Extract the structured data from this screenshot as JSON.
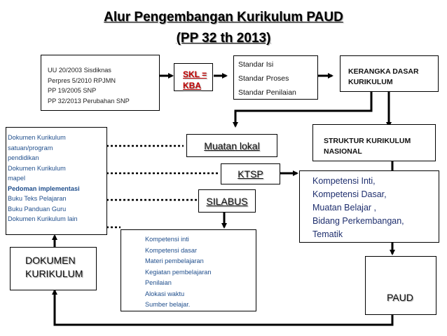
{
  "title": {
    "line1": "Alur Pengembangan Kurikulum PAUD",
    "line2": "(PP 32 th 2013)"
  },
  "regulations": {
    "items": [
      "UU 20/2003 Sisdiknas",
      "Perpres 5/2010 RPJMN",
      "PP 19/2005 SNP",
      "PP 32/2013 Perubahan SNP"
    ]
  },
  "skl_kba": {
    "line1": "SKL =",
    "line2": "KBA",
    "color": "#c00000"
  },
  "standards": {
    "items": [
      "Standar Isi",
      "Standar Proses",
      "Standar Penilaian"
    ]
  },
  "kerangka": {
    "line1": "KERANGKA DASAR",
    "line2": "KURIKULUM"
  },
  "struktur": {
    "line1": "STRUKTUR KURIKULUM",
    "line2": "NASIONAL"
  },
  "dokumen_list": {
    "items": [
      {
        "text": "Dokumen Kurikulum",
        "bold": false
      },
      {
        "text": "satuan/program",
        "bold": false
      },
      {
        "text": "pendidikan",
        "bold": false
      },
      {
        "text": "Dokumen Kurikulum",
        "bold": false
      },
      {
        "text": "mapel",
        "bold": false
      },
      {
        "text": "Pedoman implementasi",
        "bold": true
      },
      {
        "text": "Buku Teks Pelajaran",
        "bold": false
      },
      {
        "text": "Buku Panduan Guru",
        "bold": false
      },
      {
        "text": "Dokumen Kurikulum lain",
        "bold": false
      }
    ]
  },
  "muatan_lokal": "Muatan lokal",
  "ktsp": "KTSP",
  "silabus": "SILABUS",
  "kompetensi_big": {
    "items": [
      "Kompetensi Inti,",
      "Kompetensi Dasar,",
      "Muatan Belajar ,",
      "Bidang Perkembangan,",
      "Tematik"
    ]
  },
  "silabus_content": {
    "items": [
      "Kompetensi inti",
      "Kompetensi dasar",
      "Materi pembelajaran",
      "Kegiatan pembelajaran",
      "Penilaian",
      "Alokasi waktu",
      "Sumber belajar."
    ]
  },
  "dokumen_kurikulum": {
    "line1": "DOKUMEN",
    "line2": "KURIKULUM"
  },
  "paud": "PAUD",
  "colors": {
    "text_blue": "#1f4e8c",
    "accent_red": "#c00000",
    "line": "#000000"
  }
}
